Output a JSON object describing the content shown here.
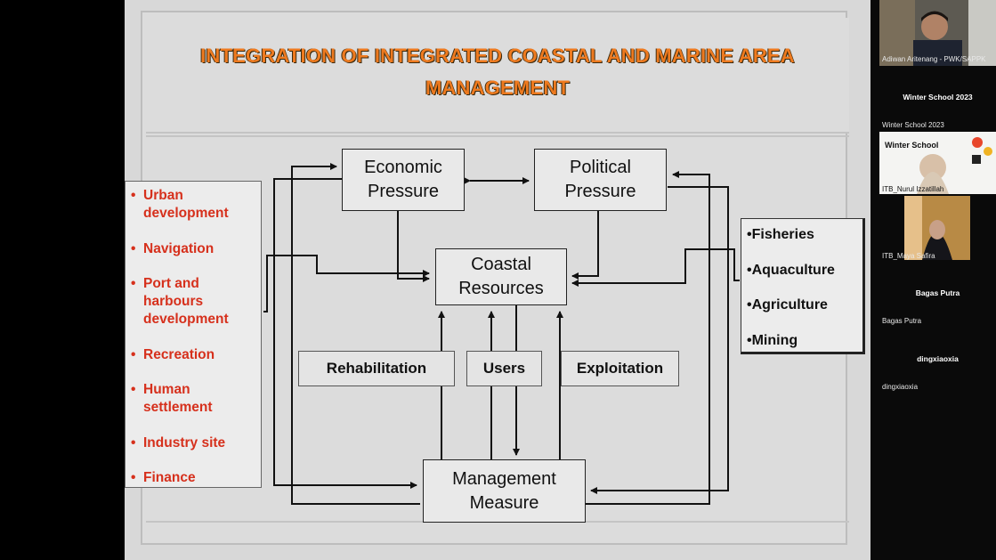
{
  "slide": {
    "title_line1": "INTEGRATION OF INTEGRATED COASTAL AND MARINE AREA",
    "title_line2": "MANAGEMENT",
    "boxes": {
      "economic_l1": "Economic",
      "economic_l2": "Pressure",
      "political_l1": "Political",
      "political_l2": "Pressure",
      "coastal_l1": "Coastal",
      "coastal_l2": "Resources",
      "management_l1": "Management",
      "management_l2": "Measure",
      "rehabilitation": "Rehabilitation",
      "users": "Users",
      "exploitation": "Exploitation"
    },
    "left_list": [
      "Urban development",
      "Navigation",
      "Port and harbours development",
      "Recreation",
      "Human settlement",
      "Industry site",
      "Finance"
    ],
    "left_list_lines": [
      [
        "Urban",
        "development"
      ],
      [
        "Navigation"
      ],
      [
        "Port and",
        "harbours",
        "development"
      ],
      [
        "Recreation"
      ],
      [
        "Human",
        "settlement"
      ],
      [
        "Industry site"
      ],
      [
        "Finance"
      ]
    ],
    "right_list": [
      "•Fisheries",
      "•Aquaculture",
      "•Agriculture",
      "•Mining"
    ],
    "colors": {
      "title": "#ee7a1f",
      "list_text": "#d6301c"
    }
  },
  "participants": [
    {
      "label": "Adiwan Aritenang - PWK/SAPPK",
      "has_video": true
    },
    {
      "label": "Winter School 2023",
      "caption": "Winter School 2023",
      "has_video": false
    },
    {
      "label": "ITB_Nurul Izzatillah",
      "has_video": true,
      "thumb_text": "Winter School"
    },
    {
      "label": "ITB_Maya Safira",
      "has_video": true
    },
    {
      "label": "Bagas Putra",
      "caption": "Bagas Putra",
      "has_video": false
    },
    {
      "label": "dingxiaoxia",
      "caption": "dingxiaoxia",
      "has_video": false
    }
  ]
}
